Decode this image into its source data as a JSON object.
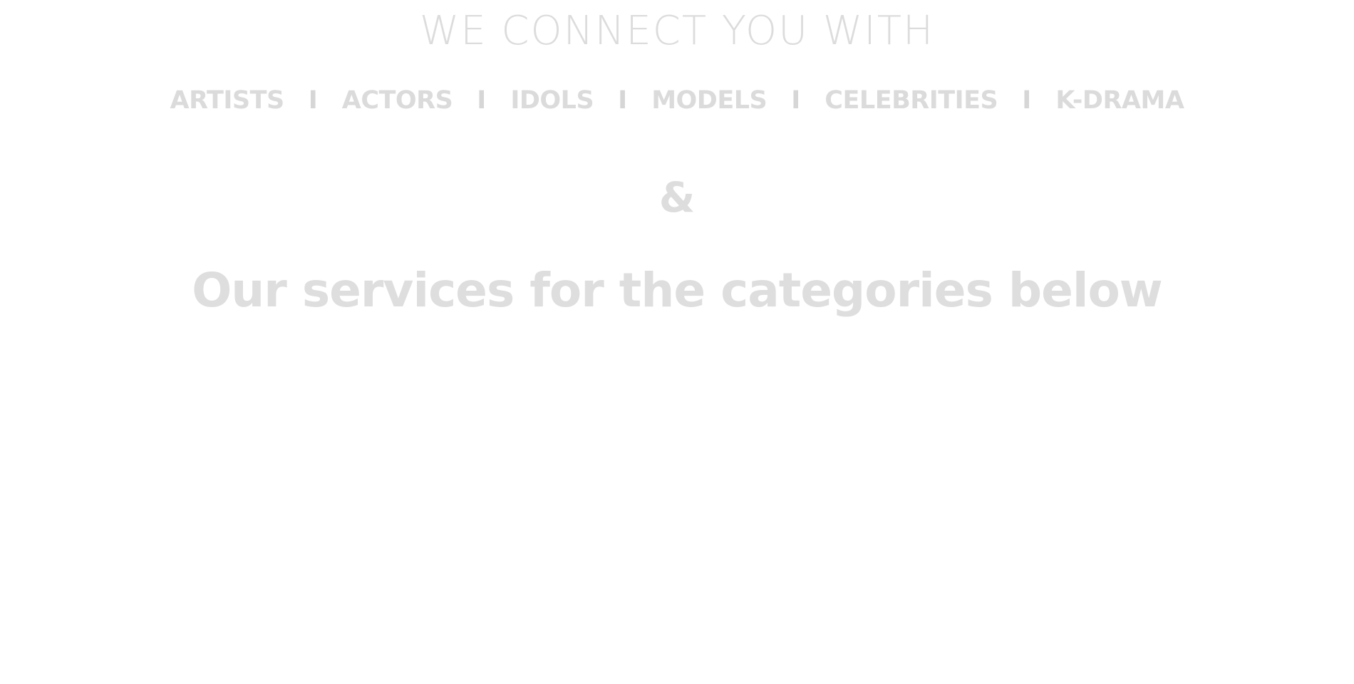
{
  "hero": {
    "headline": "WE CONNECT YOU WITH",
    "ampersand": "&",
    "services_title": "Our services for the categories below"
  },
  "categories": {
    "items": [
      {
        "label": "ARTISTS"
      },
      {
        "label": "ACTORS"
      },
      {
        "label": "IDOLS"
      },
      {
        "label": "MODELS"
      },
      {
        "label": "CELEBRITIES"
      },
      {
        "label": "K-DRAMA"
      }
    ],
    "separator": "I"
  },
  "colors": {
    "text": "#dddddd",
    "background": "#ffffff"
  }
}
